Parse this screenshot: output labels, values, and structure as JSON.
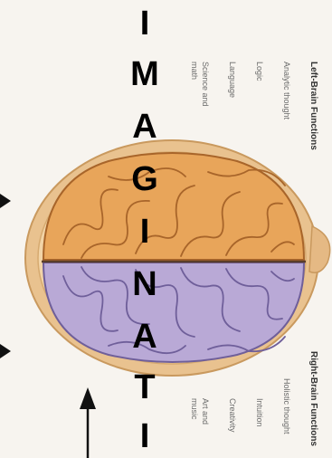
{
  "left_brain": {
    "title": "Left-Brain Functions",
    "items": [
      "Analytic thought",
      "Logic",
      "Language",
      "Science and",
      "math"
    ]
  },
  "right_brain": {
    "title": "Right-Brain Functions",
    "items": [
      "Holistic thought",
      "Intuition",
      "Creativity",
      "Art and",
      "music"
    ]
  },
  "overlay_word_letters": [
    "I",
    "M",
    "A",
    "G",
    "I",
    "N",
    "A",
    "T",
    "I"
  ],
  "colors": {
    "left_hemisphere": "#e8a55a",
    "right_hemisphere": "#b9a9d6",
    "skull": "#e9c28f",
    "letters": "#000000"
  }
}
